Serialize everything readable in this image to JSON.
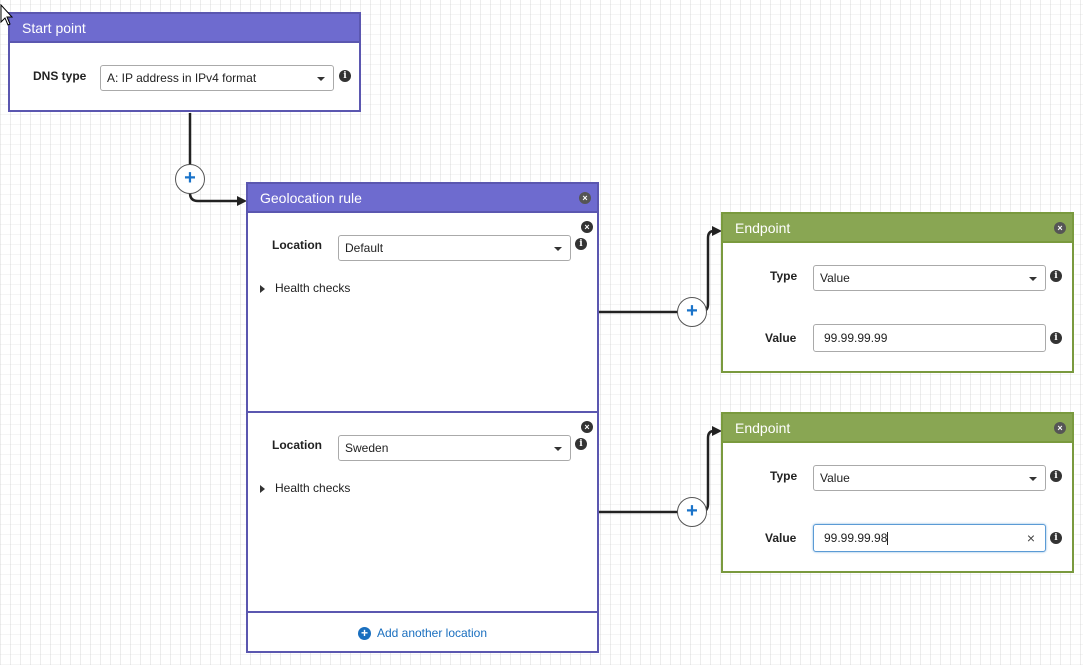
{
  "start": {
    "title": "Start point",
    "dns_label": "DNS type",
    "dns_value": "A: IP address in IPv4 format"
  },
  "geo": {
    "title": "Geolocation rule",
    "locations": [
      {
        "label": "Location",
        "value": "Default",
        "health": "Health checks"
      },
      {
        "label": "Location",
        "value": "Sweden",
        "health": "Health checks"
      }
    ],
    "add_label": "Add another location"
  },
  "endpoints": [
    {
      "title": "Endpoint",
      "type_label": "Type",
      "type_value": "Value",
      "value_label": "Value",
      "value": "99.99.99.99"
    },
    {
      "title": "Endpoint",
      "type_label": "Type",
      "type_value": "Value",
      "value_label": "Value",
      "value": "99.99.99.98"
    }
  ],
  "icons": {
    "info": "info-icon",
    "close": "close-icon",
    "add": "plus-icon",
    "caret": "chevron-down-icon",
    "expand": "triangle-right-icon"
  },
  "colors": {
    "purple_header": "#6e6bcf",
    "purple_border": "#5b57b0",
    "green_header": "#89a653",
    "green_border": "#7a9a3e",
    "link": "#1a6fbf"
  }
}
